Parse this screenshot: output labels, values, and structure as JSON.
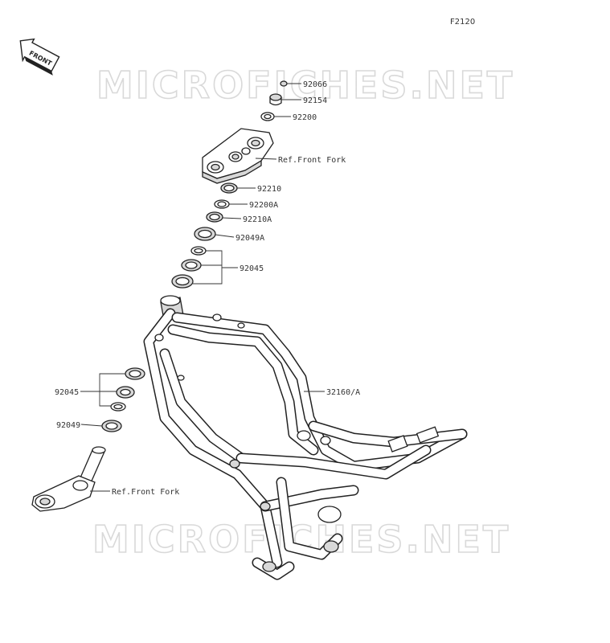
{
  "figure_code": "F2120",
  "front_label": "FRONT",
  "watermark": "MICROFICHES.NET",
  "parts": [
    {
      "id": "p92066",
      "label": "92066"
    },
    {
      "id": "p92154",
      "label": "92154"
    },
    {
      "id": "p92200",
      "label": "92200"
    },
    {
      "id": "ref1",
      "label": "Ref.Front Fork"
    },
    {
      "id": "p92210",
      "label": "92210"
    },
    {
      "id": "p92200A",
      "label": "92200A"
    },
    {
      "id": "p92210A",
      "label": "92210A"
    },
    {
      "id": "p92049A",
      "label": "92049A"
    },
    {
      "id": "p92045a",
      "label": "92045"
    },
    {
      "id": "p32160A",
      "label": "32160/A"
    },
    {
      "id": "p92045b",
      "label": "92045"
    },
    {
      "id": "p92049",
      "label": "92049"
    },
    {
      "id": "ref2",
      "label": "Ref.Front Fork"
    }
  ]
}
